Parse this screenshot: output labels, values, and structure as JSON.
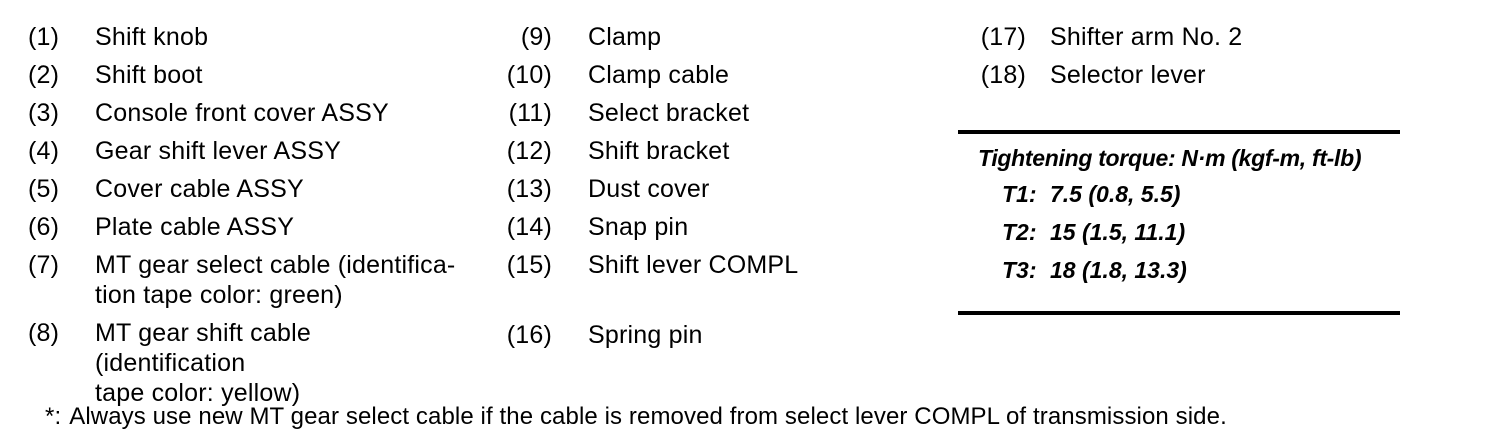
{
  "page": {
    "background_color": "#ffffff",
    "text_color": "#000000"
  },
  "parts_legend": {
    "column_1": {
      "items": [
        {
          "number": "(1)",
          "label": "Shift knob"
        },
        {
          "number": "(2)",
          "label": "Shift boot"
        },
        {
          "number": "(3)",
          "label": "Console front cover ASSY"
        },
        {
          "number": "(4)",
          "label": "Gear shift lever ASSY"
        },
        {
          "number": "(5)",
          "label": "Cover cable ASSY"
        },
        {
          "number": "(6)",
          "label": "Plate cable ASSY"
        },
        {
          "number": "(7)",
          "label": "MT gear select cable (identifica-\ntion tape color: green)"
        },
        {
          "number": "(8)",
          "label": "MT gear shift cable (identification\ntape color: yellow)"
        }
      ]
    },
    "column_2": {
      "items": [
        {
          "number": "(9)",
          "label": "Clamp"
        },
        {
          "number": "(10)",
          "label": "Clamp cable"
        },
        {
          "number": "(11)",
          "label": "Select bracket"
        },
        {
          "number": "(12)",
          "label": "Shift bracket"
        },
        {
          "number": "(13)",
          "label": "Dust cover"
        },
        {
          "number": "(14)",
          "label": "Snap pin"
        },
        {
          "number": "(15)",
          "label": "Shift lever COMPL"
        },
        {
          "number": "(16)",
          "label": "Spring pin"
        }
      ]
    },
    "column_3": {
      "items": [
        {
          "number": "(17)",
          "label": "Shifter arm No. 2"
        },
        {
          "number": "(18)",
          "label": "Selector lever"
        }
      ]
    }
  },
  "torque_table": {
    "title": "Tightening torque: N·m (kgf-m, ft-lb)",
    "rows": [
      {
        "label": "T1:",
        "value": "7.5 (0.8, 5.5)"
      },
      {
        "label": "T2:",
        "value": "15 (1.5, 11.1)"
      },
      {
        "label": "T3:",
        "value": "18 (1.8, 13.3)"
      }
    ]
  },
  "footnote": {
    "marker": "*:",
    "text": "Always use new MT gear select cable if the cable is removed from select lever COMPL of transmission side."
  }
}
